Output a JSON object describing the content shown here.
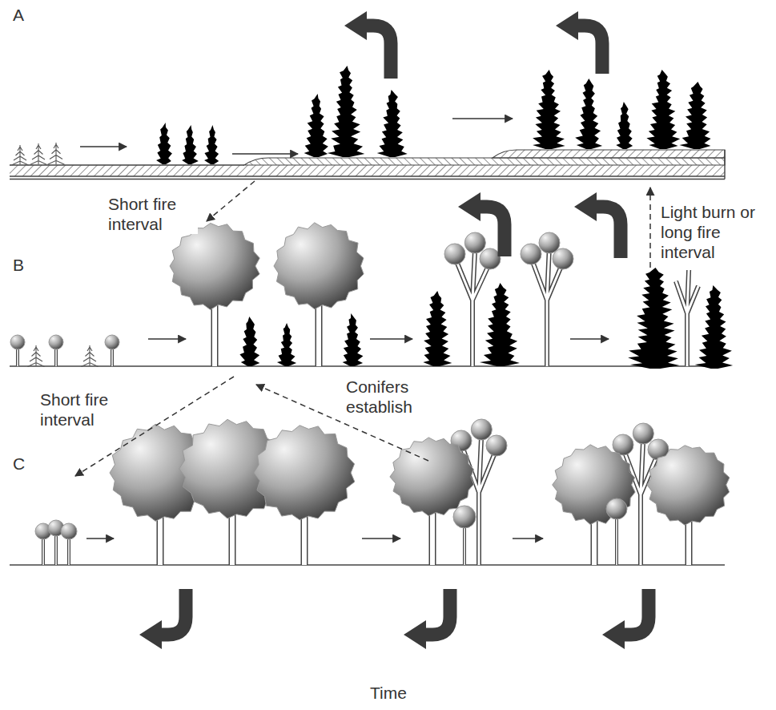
{
  "diagram": {
    "labels": [
      "A",
      "Short fire interval",
      "B",
      "Light burn or long fire interval",
      "Short fire interval",
      "Conifers establish",
      "C",
      "Time"
    ]
  }
}
